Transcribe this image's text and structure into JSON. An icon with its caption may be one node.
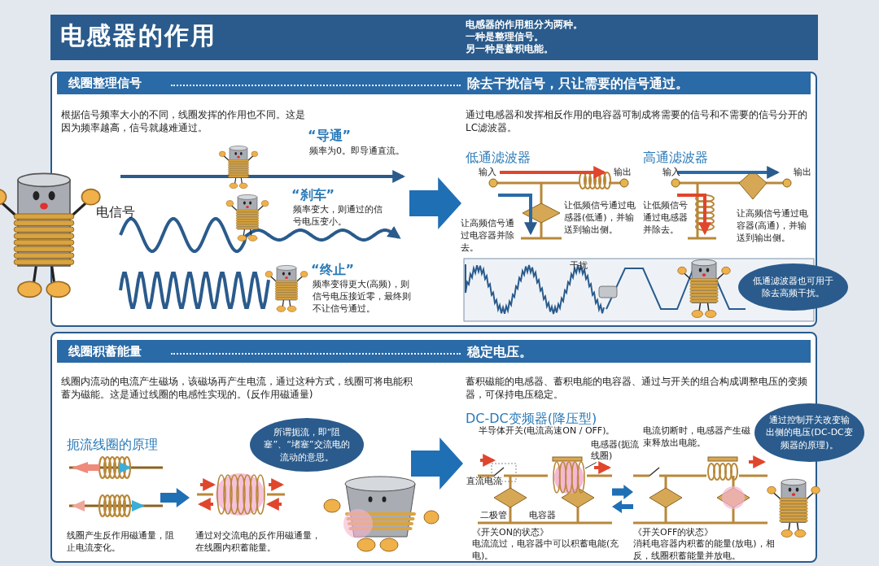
{
  "diagram": {
    "title": "电感器的作用",
    "nodes": [
      {
        "text": [
          "线圈整理信号",
          "除去干扰信号，只让需要的信号通过。"
        ]
      },
      {
        "text": [
          "低通滤波器也可用于除去高频干扰。"
        ],
        "in": 0
      },
      {
        "text": [
          "线圈积蓄能量",
          "稳定电压。"
        ]
      },
      {
        "text": [
          "所谓扼流，即“阻塞”、“堵塞”交流电的流动的意思。"
        ],
        "in": 2
      },
      {
        "text": [
          "通过控制开关改变输出侧的电压(DC-DC变频器的原理)。"
        ],
        "in": 2
      },
      {
        "text": [
          "电感器(扼流线圈)"
        ],
        "in": 2
      },
      {
        "text": [],
        "shape": "picture",
        "in": 2
      }
    ],
    "edges": [
      {
        "from": 5,
        "to": 6,
        "arrow": "none"
      }
    ],
    "labels": [
      "电感器的作用粗分为两种。",
      "一种是整理信号。",
      "另一种是蓄积电能。",
      "根据信号频率大小的不同，线圈发挥的作用也不同。这是因为频率越高，信号就越难通过。",
      "“导通”",
      "频率为0。即导通直流。",
      "“刹车”",
      "频率变大，则通过的信号电压变小。",
      "“终止”",
      "频率变得更大(高频)，则信号电压接近零，最终则不让信号通过。",
      "电信号",
      "通过电感器和发挥相反作用的电容器可制成将需要的信号和不需要的信号分开的LC滤波器。",
      "低通滤波器",
      "输入",
      "输出",
      "让高频信号通过电容器并除去。",
      "让低频信号通过电感器(低通)，并输送到输出侧。",
      "高通滤波器",
      "输入",
      "输出",
      "让低频信号通过电感器并除去。",
      "让高频信号通过电容器(高通)，并输送到输出侧。",
      "干扰",
      "线圈内流动的电流产生磁场，该磁场再产生电流，通过这种方式，线圈可将电能积蓄为磁能。这是通过线圈的电感性实现的。(反作用磁通量)",
      "扼流线圈的原理",
      "线圈产生反作用磁通量，阻止电流变化。",
      "通过对交流电的反作用磁通量，在线圈内积蓄能量。",
      "蓄积磁能的电感器、蓄积电能的电容器、通过与开关的组合构成调整电压的变频器，可保持电压稳定。",
      "DC-DC变频器(降压型)",
      "半导体开关(电流高速ON / OFF)。",
      "直流电流",
      "二极管",
      "电容器",
      "《开关ON的状态》",
      "电流流过，电容器中可以积蓄电能(充电)。",
      "电流切断时，电感器产生磁束释放出电能。",
      "《开关OFF的状态》",
      "消耗电容器内积蓄的能量(放电)，相反，线圈积蓄能量并放电。"
    ]
  }
}
